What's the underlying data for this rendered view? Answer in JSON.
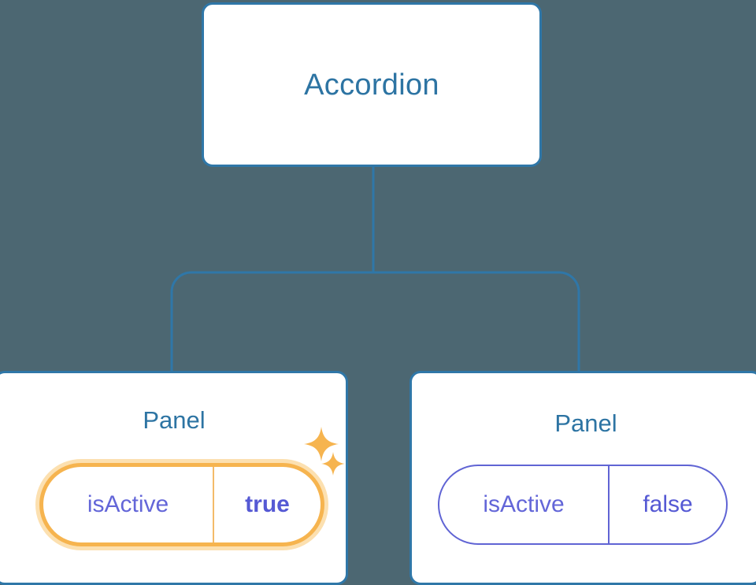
{
  "diagram": {
    "type": "component-tree",
    "background_color": "#4c6772",
    "node_border_color": "#2f77a8",
    "node_text_color": "#2d74a3",
    "connector_color": "#2f77a8",
    "prop_text_color": "#6366d8",
    "highlight_color": "#f6b44f",
    "highlight_glow_color": "#fce0b0"
  },
  "root": {
    "label": "Accordion"
  },
  "children": [
    {
      "label": "Panel",
      "highlighted": true,
      "prop": {
        "key": "isActive",
        "value": "true"
      },
      "decorations": [
        "sparkle-icon-large",
        "sparkle-icon-small"
      ]
    },
    {
      "label": "Panel",
      "highlighted": false,
      "prop": {
        "key": "isActive",
        "value": "false"
      },
      "decorations": []
    }
  ]
}
